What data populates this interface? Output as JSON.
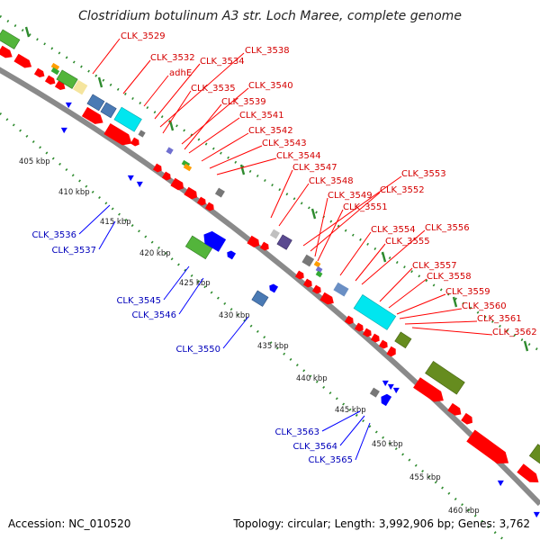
{
  "title": "Clostridium botulinum A3 str. Loch Maree, complete genome",
  "accession": "Accession: NC_010520",
  "topology": "Topology: circular; Length: 3,992,906 bp; Genes: 3,762",
  "colors": {
    "forward_label": "#d40000",
    "reverse_label": "#0000bb",
    "leader_forward": "#ff0000",
    "leader_reverse": "#0000ff",
    "backbone": "#8a8a8a",
    "tick": "#2e8b2e"
  },
  "kbp_ticks": [
    "405 kbp",
    "410 kbp",
    "415 kbp",
    "420 kbp",
    "425 kbp",
    "430 kbp",
    "435 kbp",
    "440 kbp",
    "445 kbp",
    "450 kbp",
    "455 kbp",
    "460 kbp"
  ],
  "forward_labels": [
    "CLK_3529",
    "CLK_3532",
    "adhE",
    "CLK_3534",
    "CLK_3538",
    "CLK_3535",
    "CLK_3540",
    "CLK_3539",
    "CLK_3541",
    "CLK_3542",
    "CLK_3543",
    "CLK_3544",
    "CLK_3547",
    "CLK_3548",
    "CLK_3553",
    "CLK_3552",
    "CLK_3549",
    "CLK_3551",
    "CLK_3554",
    "CLK_3556",
    "CLK_3555",
    "CLK_3557",
    "CLK_3558",
    "CLK_3559",
    "CLK_3560",
    "CLK_3561",
    "CLK_3562"
  ],
  "reverse_labels": [
    "CLK_3536",
    "CLK_3537",
    "CLK_3545",
    "CLK_3546",
    "CLK_3550",
    "CLK_3563",
    "CLK_3564",
    "CLK_3565"
  ]
}
